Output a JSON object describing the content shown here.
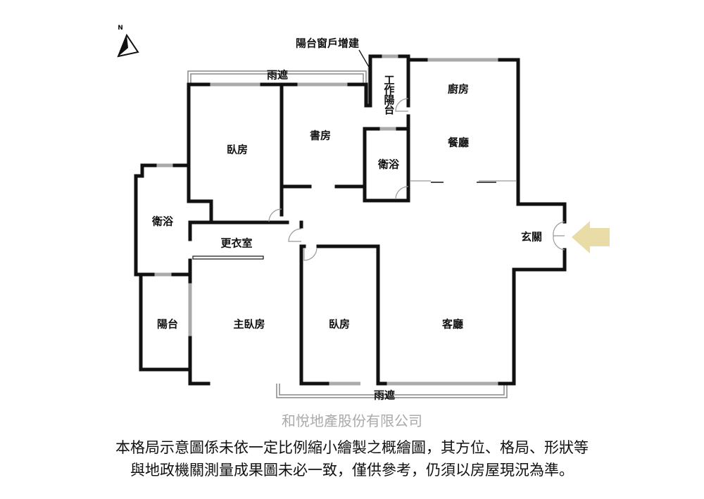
{
  "plan": {
    "north_label": "N",
    "annotation": "陽台窗戶增建",
    "rooms": {
      "canopy_top": "雨遮",
      "canopy_bottom": "雨遮",
      "bedroom_nw": "臥房",
      "study": "書房",
      "utility_balcony": "工作陽台",
      "kitchen": "廚房",
      "dining": "餐廳",
      "bath_center": "衛浴",
      "bath_west": "衛浴",
      "closet": "更衣室",
      "entrance": "玄關",
      "balcony_west": "陽台",
      "master_bedroom": "主臥房",
      "bedroom_s": "臥房",
      "living": "客廳"
    },
    "entry_arrow_color": "#e9dca6"
  },
  "watermark": "和悅地產股份有限公司",
  "disclaimer": {
    "line1": "本格局示意圖係未依一定比例縮小繪製之概繪圖，其方位、格局、形狀等",
    "line2": "與地政機關測量成果圖未必一致，僅供參考，仍須以房屋現況為準。"
  }
}
